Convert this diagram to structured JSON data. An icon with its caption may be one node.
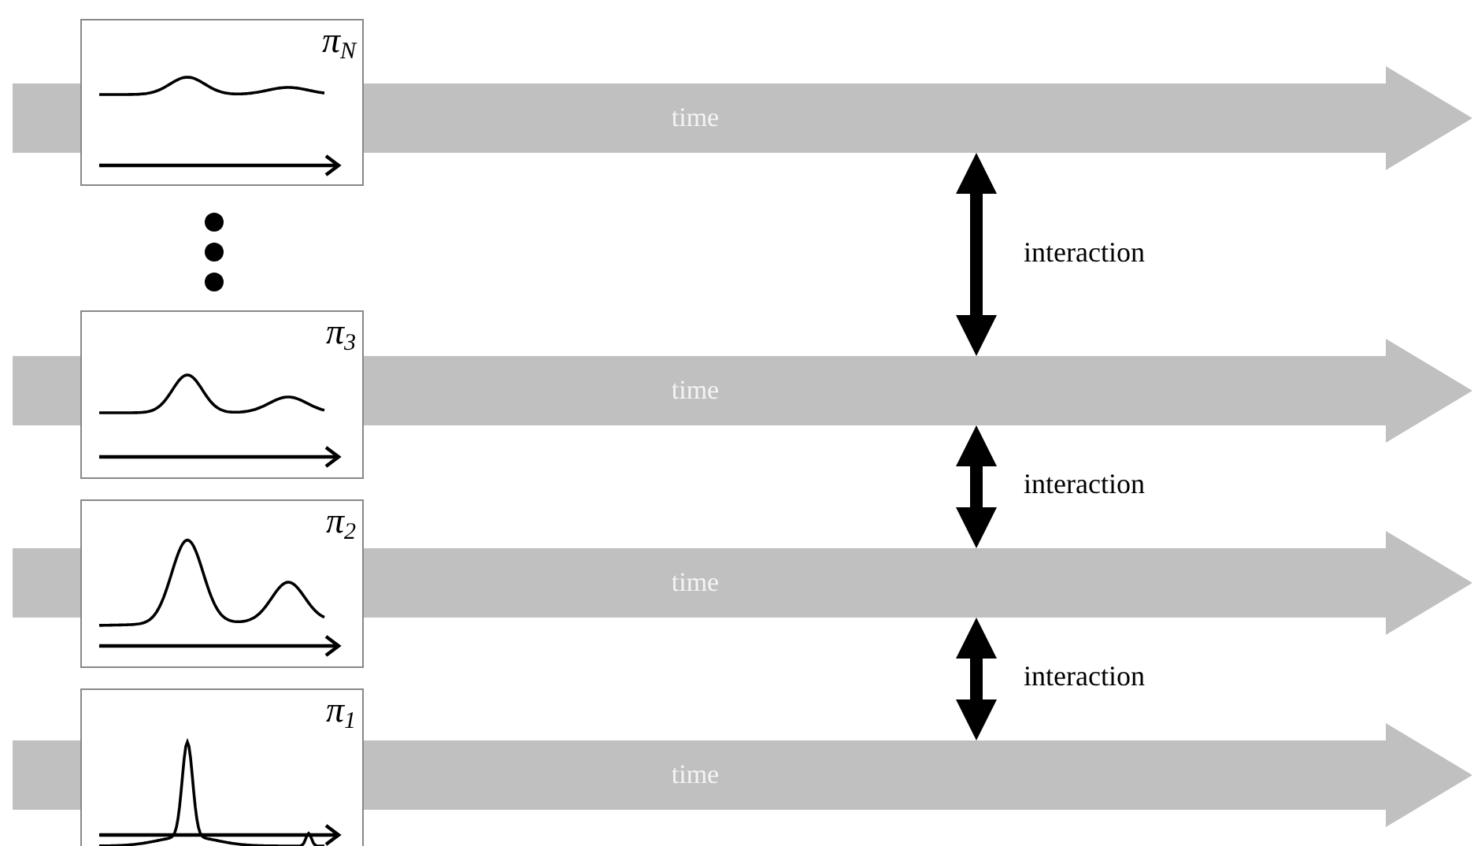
{
  "diagram": {
    "nodes": [
      {
        "text": [
          "*π*$_{N}$"
        ]
      },
      {
        "text": [
          "time"
        ]
      },
      {
        "text": [
          "*π*$_{3}$"
        ]
      },
      {
        "text": [
          "time"
        ]
      },
      {
        "text": [
          "*π*$_{2}$"
        ]
      },
      {
        "text": [
          "time"
        ]
      },
      {
        "text": [
          "*π*$_{1}$"
        ]
      },
      {
        "text": [
          "time"
        ]
      }
    ],
    "edges": [
      {
        "from": 1,
        "to": 3,
        "arrow": "both",
        "label": "interaction"
      },
      {
        "from": 3,
        "to": 5,
        "arrow": "both",
        "label": "interaction"
      },
      {
        "from": 5,
        "to": 7,
        "arrow": "both",
        "label": "interaction"
      }
    ]
  }
}
